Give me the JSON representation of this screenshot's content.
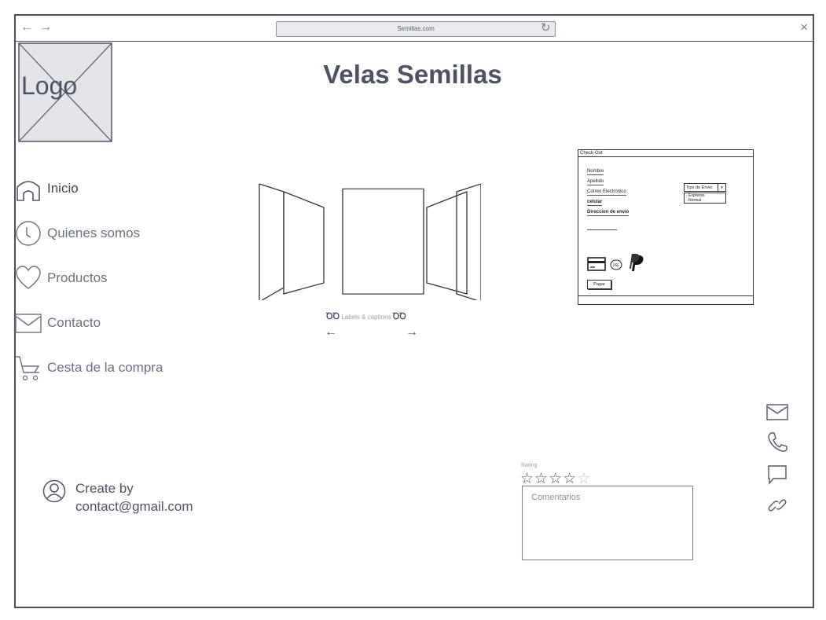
{
  "browser": {
    "url": "Semillas.com",
    "back_icon": "arrow-left-icon",
    "forward_icon": "arrow-right-icon",
    "reload_icon": "reload-icon",
    "close_icon": "close-icon"
  },
  "logo": {
    "text": "Logo"
  },
  "page": {
    "title": "Velas Semillas"
  },
  "menu": {
    "items": [
      {
        "label": "Inicio",
        "icon": "home-icon",
        "active": true
      },
      {
        "label": "Quienes somos",
        "icon": "clock-icon",
        "active": false
      },
      {
        "label": "Productos",
        "icon": "heart-icon",
        "active": false
      },
      {
        "label": "Contacto",
        "icon": "mail-icon",
        "active": false
      },
      {
        "label": "Cesta de la compra",
        "icon": "cart-icon",
        "active": false
      }
    ]
  },
  "carousel": {
    "caption": "Labels & captions",
    "prev_icon": "arrow-left-icon",
    "next_icon": "arrow-right-icon"
  },
  "checkout": {
    "title": "Check-Out",
    "fields": [
      "Nombre",
      "Apellido",
      "Correo Electronico",
      "celular",
      "Direccion de envio"
    ],
    "shipping_select": {
      "label": "Tipo de Envio",
      "options": [
        "- Expresss",
        "- Normal"
      ]
    },
    "payment_icons": [
      "credit-card-icon",
      "coin-icon",
      "paypal-icon"
    ],
    "pay_button": "Pagar"
  },
  "rating": {
    "label": "Rating",
    "value": 4,
    "max": 5
  },
  "comments": {
    "placeholder": "Comentarios"
  },
  "footer": {
    "created_by": "Create by",
    "email": "contact@gmail.com"
  },
  "side_icons": [
    "mail-icon",
    "phone-icon",
    "chat-icon",
    "link-icon"
  ],
  "colors": {
    "ink": "#4e5364",
    "muted": "#9a9fac",
    "placeholder_fill": "#e4e5e9"
  }
}
